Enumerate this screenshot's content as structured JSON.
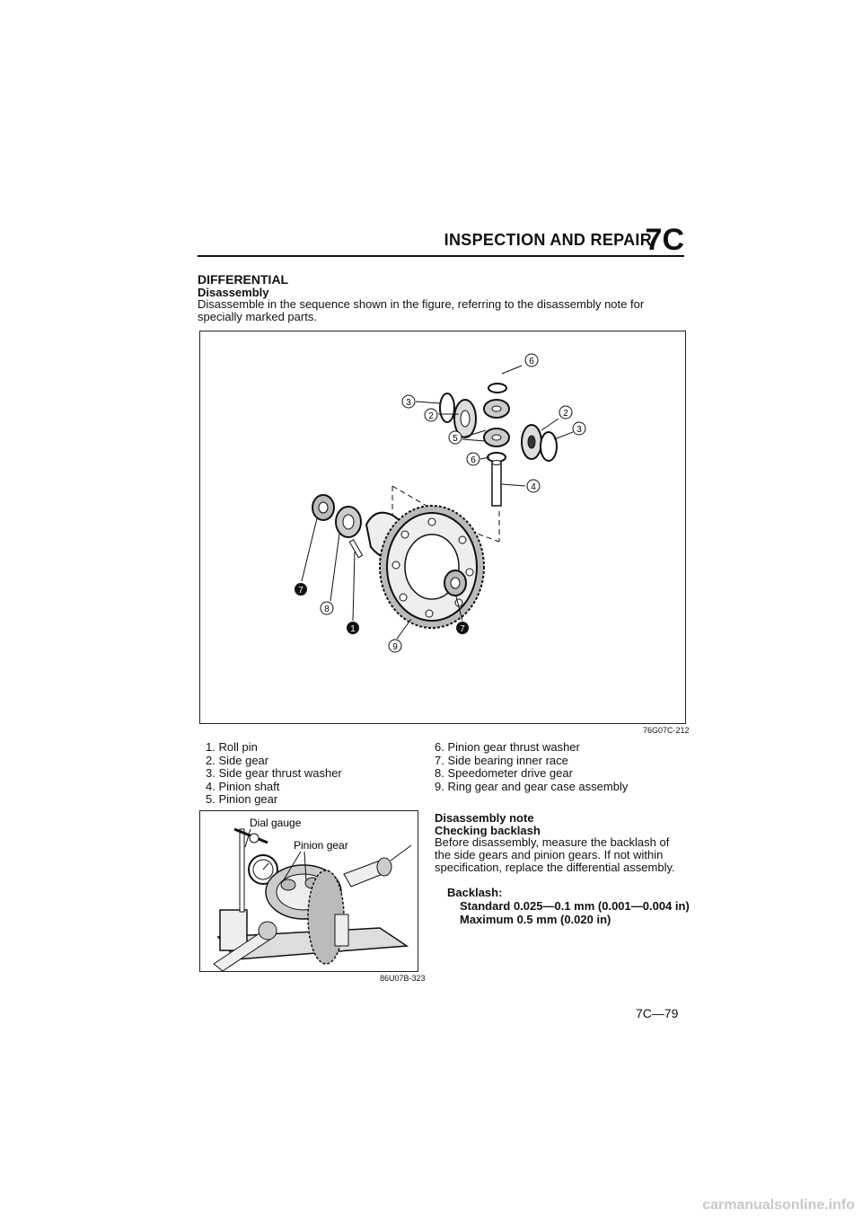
{
  "header": {
    "title": "INSPECTION AND REPAIR",
    "code": "7C"
  },
  "section": {
    "title": "DIFFERENTIAL",
    "subtitle": "Disassembly",
    "intro": "Disassemble in the sequence shown in the figure, referring to the disassembly note for specially marked parts."
  },
  "figure1": {
    "code": "76G07C-212",
    "callouts": [
      "6",
      "3",
      "2",
      "2",
      "5",
      "3",
      "6",
      "4",
      "7",
      "8",
      "1",
      "9",
      "7"
    ]
  },
  "parts_left": [
    "1. Roll pin",
    "2. Side gear",
    "3. Side gear thrust washer",
    "4. Pinion shaft",
    "5. Pinion gear"
  ],
  "parts_right": [
    "6. Pinion gear thrust washer",
    "7. Side bearing inner race",
    "8. Speedometer drive gear",
    "9. Ring gear and gear case assembly"
  ],
  "figure2": {
    "label_dial": "Dial gauge",
    "label_pinion": "Pinion gear",
    "code": "86U07B-323"
  },
  "note": {
    "title": "Disassembly note",
    "subtitle": "Checking backlash",
    "body": "Before disassembly, measure the backlash of the side gears and pinion gears. If not within specification, replace the differential assembly.",
    "spec_heading": "Backlash:",
    "spec_standard": "Standard  0.025—0.1 mm (0.001—0.004 in)",
    "spec_maximum": "Maximum 0.5 mm (0.020 in)"
  },
  "page_number": "7C—79",
  "footer": "carmanualsonline.info"
}
